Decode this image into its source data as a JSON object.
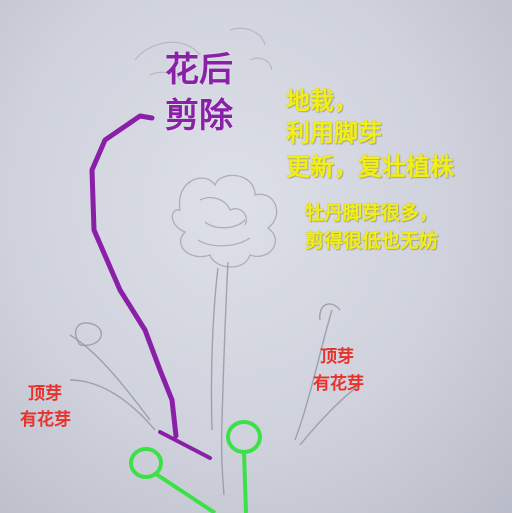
{
  "headline": {
    "line1": "花后",
    "line2": "剪除"
  },
  "note_main": {
    "line1": "地栽，",
    "line2": "利用脚芽",
    "line3": "更新，复壮植株"
  },
  "note_sub": {
    "line1": "牡丹脚芽很多，",
    "line2": "剪得很低也无妨"
  },
  "label_left": {
    "line1": "顶芽",
    "line2": "有花芽"
  },
  "label_right": {
    "line1": "顶芽",
    "line2": "有花芽"
  },
  "colors": {
    "cut_line": "#8a1fa8",
    "note": "#f2ee18",
    "label": "#e8312a",
    "callout": "#3ee04a",
    "paper": "#d6d9e2"
  }
}
